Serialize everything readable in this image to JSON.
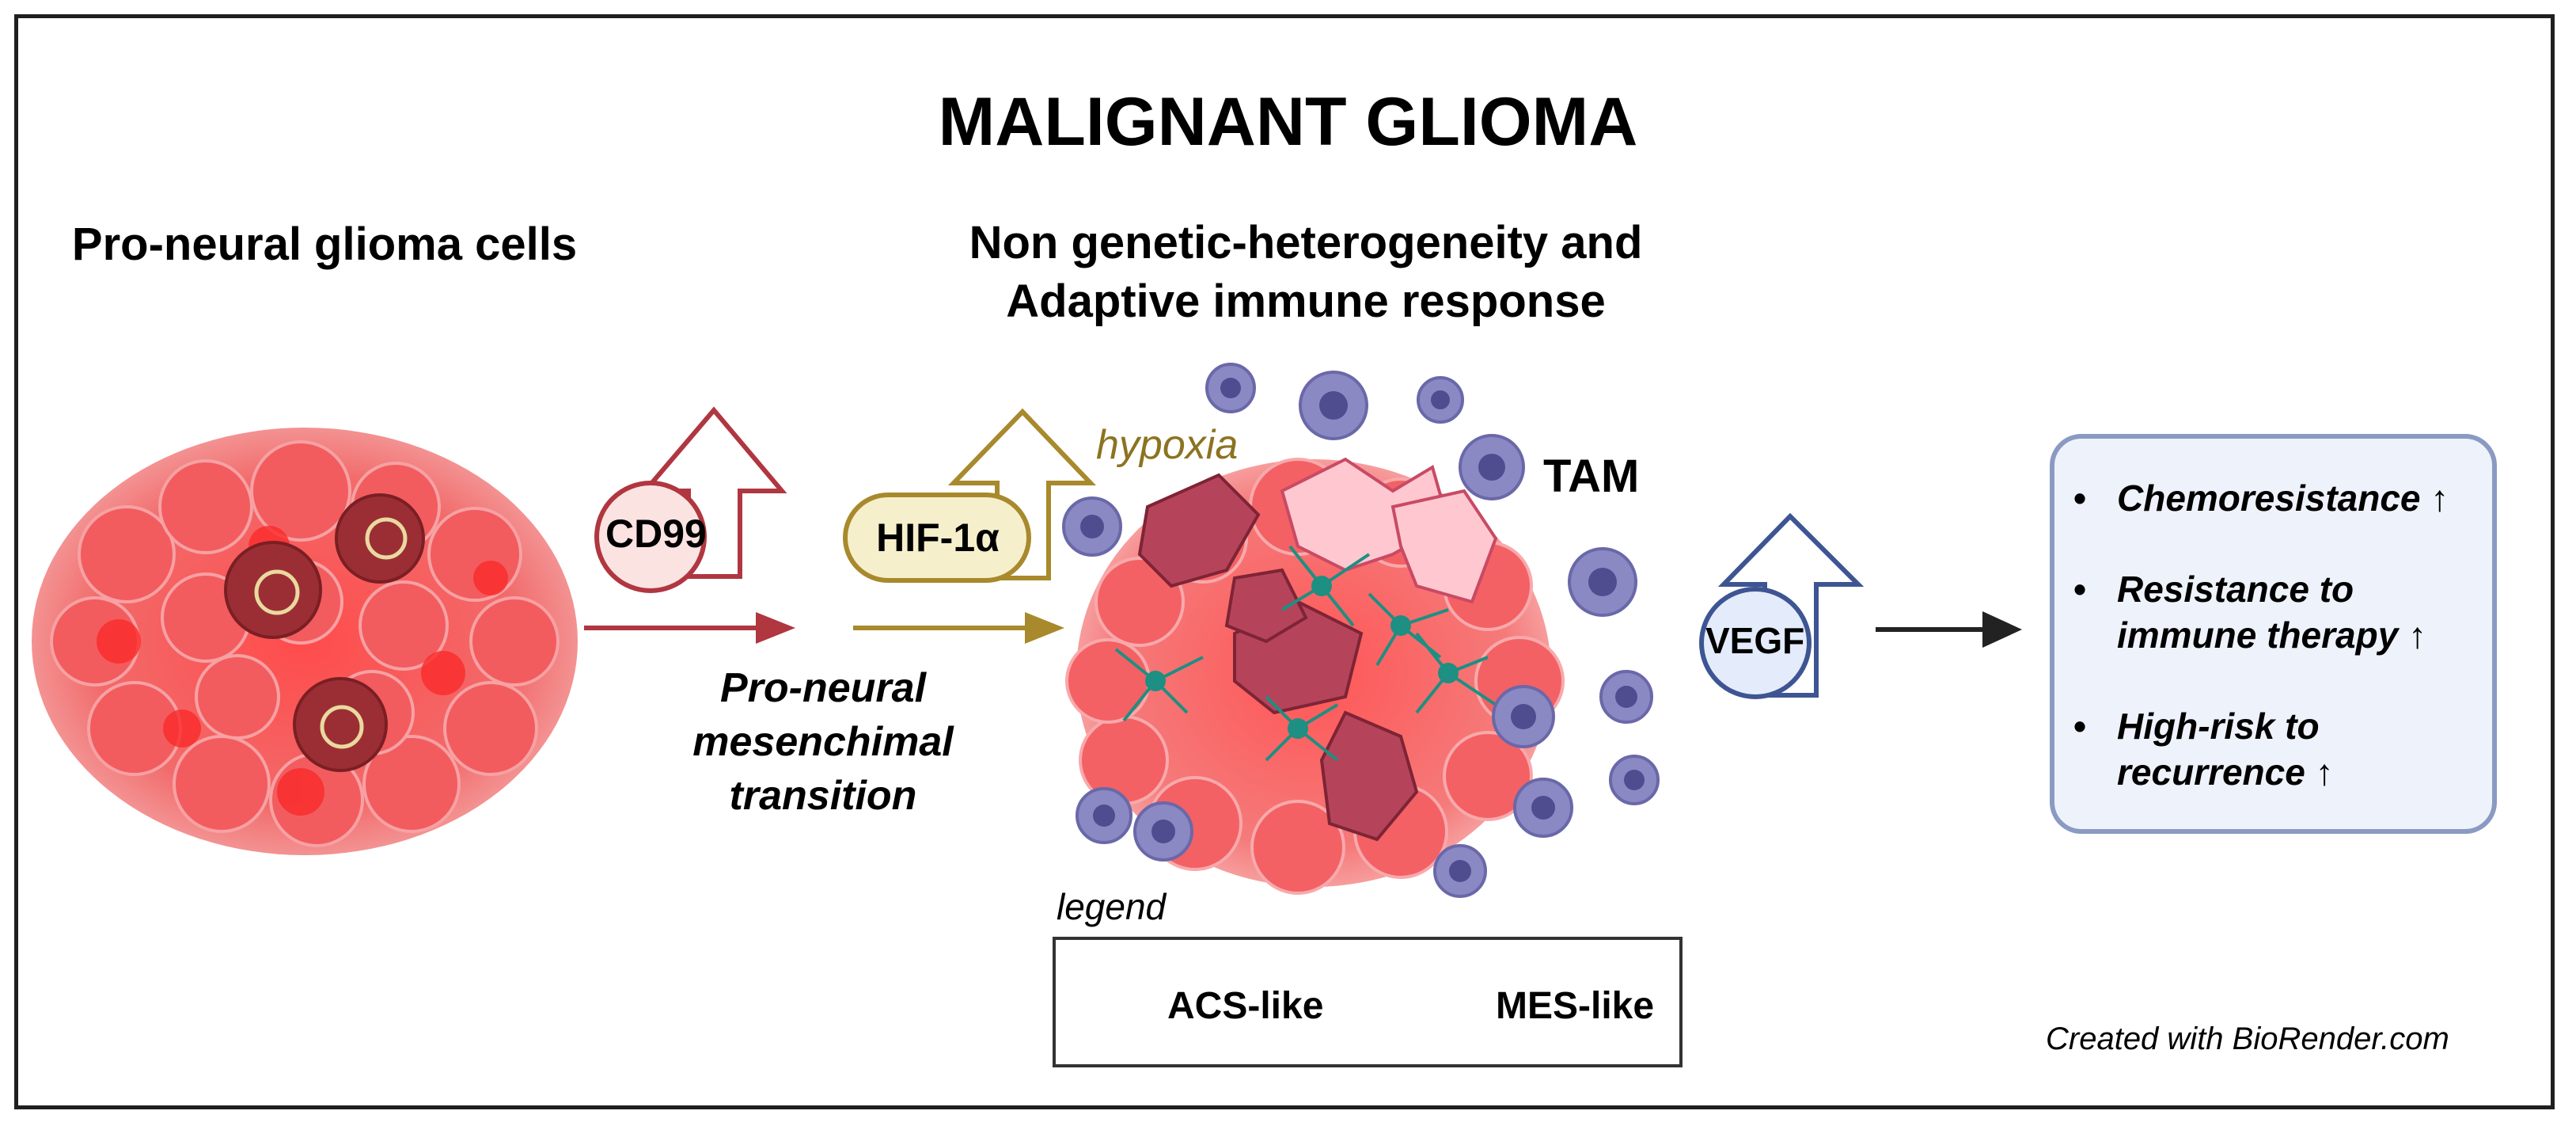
{
  "title": "MALIGNANT GLIOMA",
  "left_panel": {
    "title": "Pro-neural glioma cells"
  },
  "center_panel": {
    "title": "Non genetic-heterogeneity and Adaptive immune response",
    "hypoxia": "hypoxia",
    "tam": "TAM"
  },
  "markers": {
    "cd99": "CD99",
    "hif1a": "HIF-1α",
    "vegf": "VEGF"
  },
  "transition": "Pro-neural mesenchimal transition",
  "legend": {
    "title": "legend",
    "acs": "ACS-like",
    "mes": "MES-like"
  },
  "outcomes": {
    "item1": "Chemoresistance",
    "item2a": "Resistance to",
    "item2b": "immune therapy",
    "item3a": "High-risk to",
    "item3b": "recurrence",
    "bullet": "•",
    "up": "↑"
  },
  "credit": "Created with BioRender.com",
  "colors": {
    "cd99": "#b03640",
    "hif": "#a8892c",
    "vegf": "#3e5593",
    "tumor": "#f4555a",
    "tam": "#7e7cb8",
    "acs": "#1d8f83",
    "mes": "#f2a6b4"
  }
}
